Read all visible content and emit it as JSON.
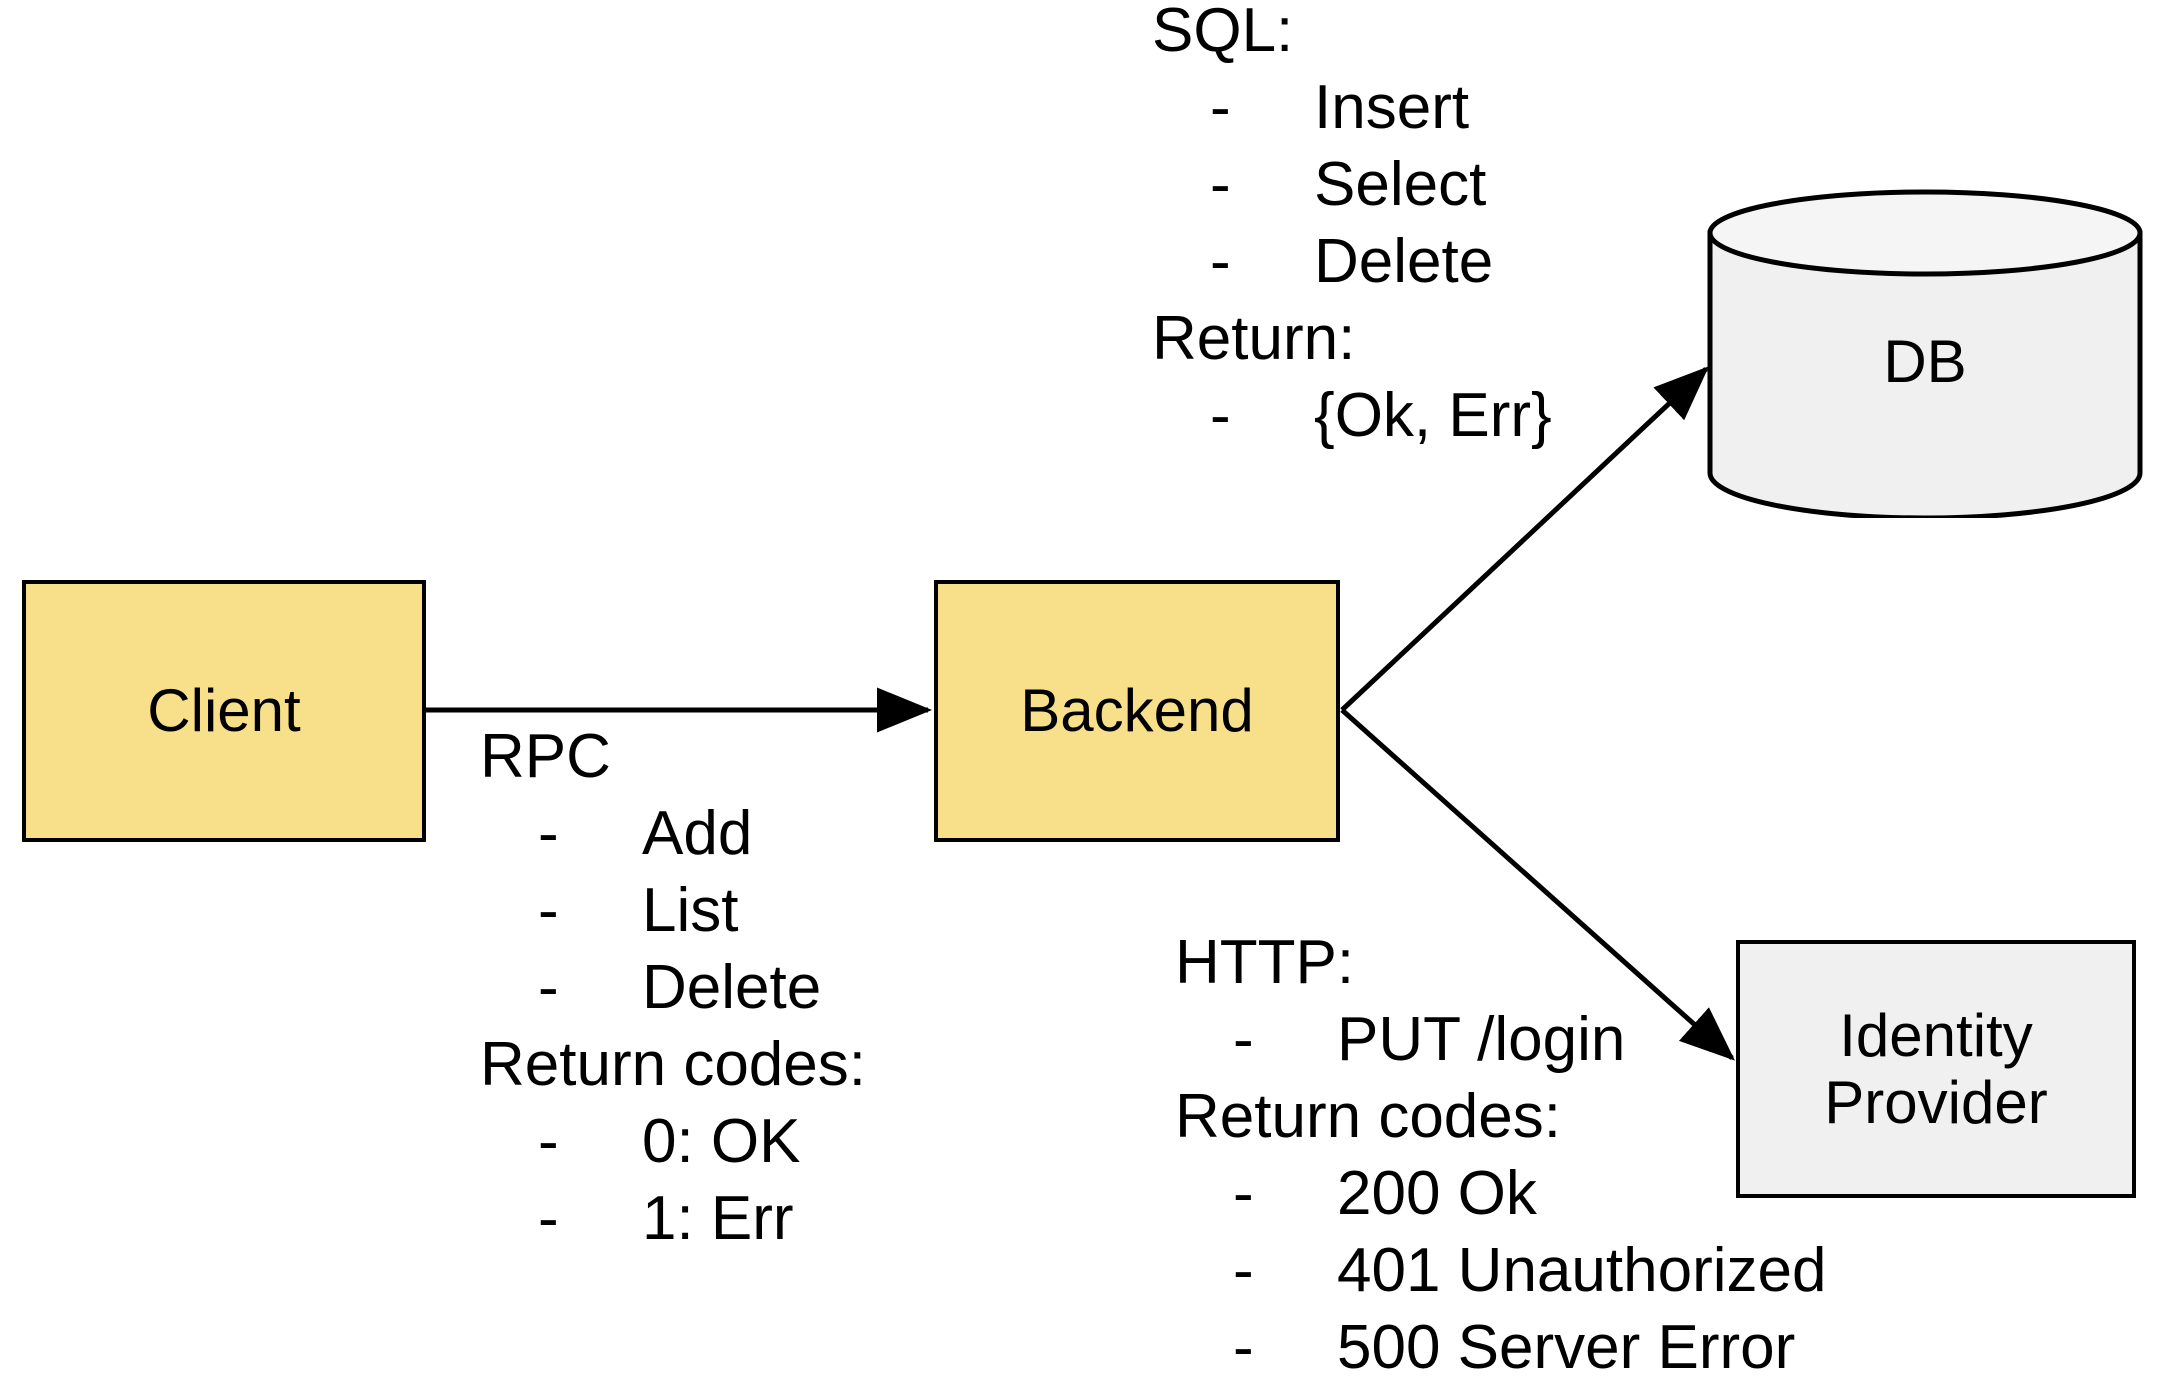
{
  "diagram": {
    "title": "Client / Backend / DB / Identity Provider architecture",
    "colors": {
      "service_fill": "#f8e08a",
      "external_fill": "#f0f0f0",
      "stroke": "#000000",
      "background": "#ffffff"
    }
  },
  "nodes": {
    "client": {
      "label": "Client",
      "shape": "rectangle",
      "fill": "#f8e08a"
    },
    "backend": {
      "label": "Backend",
      "shape": "rectangle",
      "fill": "#f8e08a"
    },
    "db": {
      "label": "DB",
      "shape": "cylinder",
      "fill": "#f0f0f0"
    },
    "identity_provider": {
      "label": "Identity\nProvider",
      "shape": "rectangle",
      "fill": "#f0f0f0"
    }
  },
  "annotations": {
    "rpc": {
      "heading": "RPC",
      "items": [
        "Add",
        "List",
        "Delete"
      ],
      "subheading": "Return codes:",
      "subitems": [
        "0: OK",
        "1: Err"
      ],
      "dash": "-"
    },
    "sql": {
      "heading": "SQL:",
      "items": [
        "Insert",
        "Select",
        "Delete"
      ],
      "subheading": "Return:",
      "subitems": [
        "{Ok, Err}"
      ],
      "dash": "-"
    },
    "http": {
      "heading": "HTTP:",
      "items": [
        "PUT /login"
      ],
      "subheading": "Return codes:",
      "subitems": [
        "200 Ok",
        "401 Unauthorized",
        "500 Server Error"
      ],
      "dash": "-"
    }
  },
  "edges": [
    {
      "from": "client",
      "to": "backend",
      "label_ref": "rpc",
      "style": "solid-arrow"
    },
    {
      "from": "backend",
      "to": "db",
      "label_ref": "sql",
      "style": "solid-arrow"
    },
    {
      "from": "backend",
      "to": "identity_provider",
      "label_ref": "http",
      "style": "solid-arrow"
    }
  ]
}
